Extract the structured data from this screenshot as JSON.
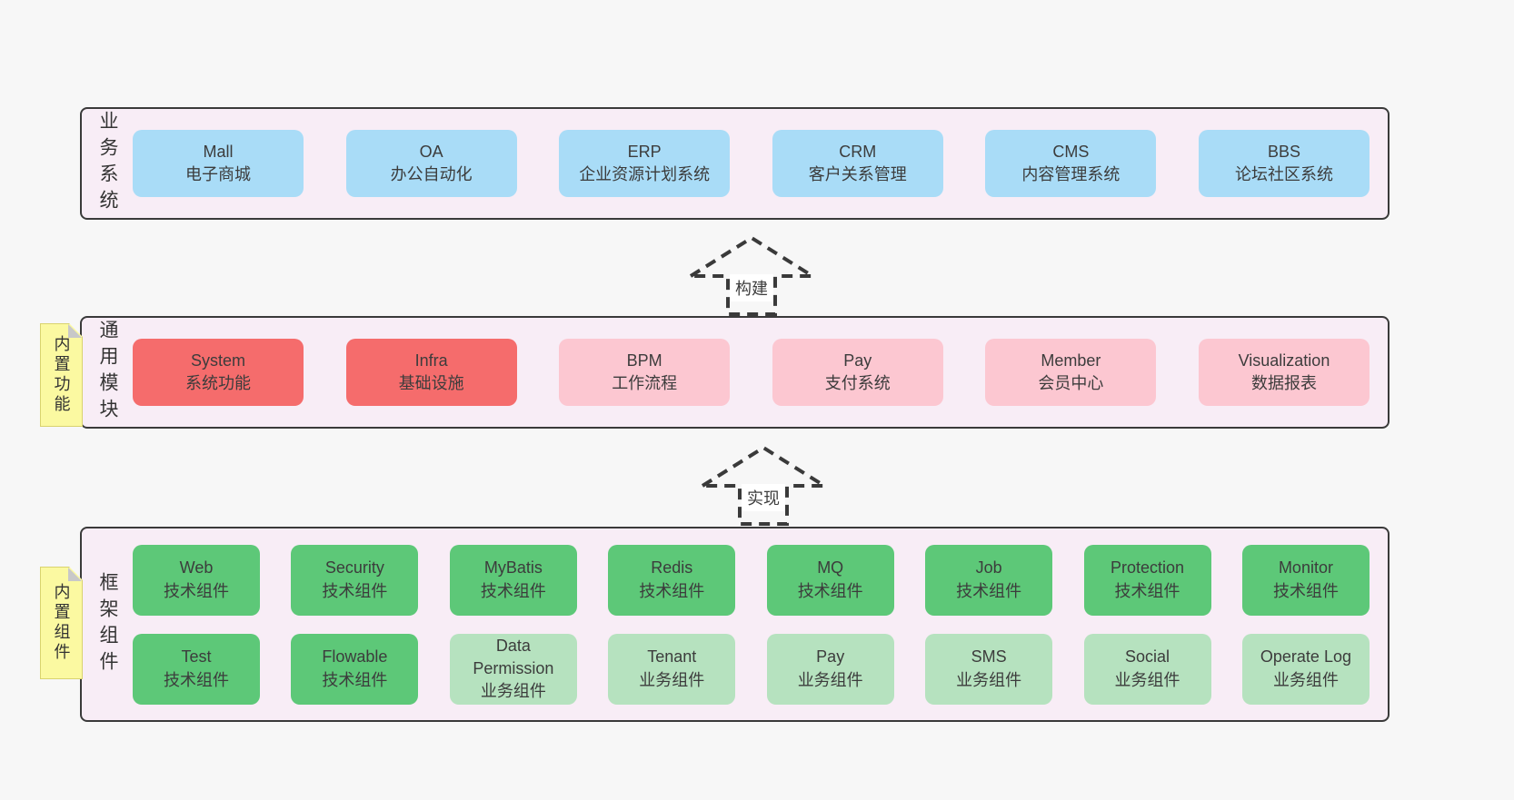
{
  "palette": {
    "blue": "#a9dcf7",
    "red": "#f56c6c",
    "pink": "#fcc7d1",
    "green": "#5dc878",
    "lightgreen": "#b6e2bf",
    "band_bg": "#f8edf6",
    "sticky_bg": "#fbf9a1",
    "border": "#3a3a3a",
    "page_bg": "#f7f7f7"
  },
  "arrows": [
    {
      "label": "构建"
    },
    {
      "label": "实现"
    }
  ],
  "bands": [
    {
      "label": "业务系统",
      "sticky": null,
      "rows": [
        [
          {
            "en": "Mall",
            "zh": "电子商城",
            "variant": "blue"
          },
          {
            "en": "OA",
            "zh": "办公自动化",
            "variant": "blue"
          },
          {
            "en": "ERP",
            "zh": "企业资源计划系统",
            "variant": "blue"
          },
          {
            "en": "CRM",
            "zh": "客户关系管理",
            "variant": "blue"
          },
          {
            "en": "CMS",
            "zh": "内容管理系统",
            "variant": "blue"
          },
          {
            "en": "BBS",
            "zh": "论坛社区系统",
            "variant": "blue"
          }
        ]
      ]
    },
    {
      "label": "通用模块",
      "sticky": "内置功能",
      "rows": [
        [
          {
            "en": "System",
            "zh": "系统功能",
            "variant": "red"
          },
          {
            "en": "Infra",
            "zh": "基础设施",
            "variant": "red"
          },
          {
            "en": "BPM",
            "zh": "工作流程",
            "variant": "pink"
          },
          {
            "en": "Pay",
            "zh": "支付系统",
            "variant": "pink"
          },
          {
            "en": "Member",
            "zh": "会员中心",
            "variant": "pink"
          },
          {
            "en": "Visualization",
            "zh": "数据报表",
            "variant": "pink"
          }
        ]
      ]
    },
    {
      "label": "框架组件",
      "sticky": "内置组件",
      "rows": [
        [
          {
            "en": "Web",
            "zh": "技术组件",
            "variant": "green"
          },
          {
            "en": "Security",
            "zh": "技术组件",
            "variant": "green"
          },
          {
            "en": "MyBatis",
            "zh": "技术组件",
            "variant": "green"
          },
          {
            "en": "Redis",
            "zh": "技术组件",
            "variant": "green"
          },
          {
            "en": "MQ",
            "zh": "技术组件",
            "variant": "green"
          },
          {
            "en": "Job",
            "zh": "技术组件",
            "variant": "green"
          },
          {
            "en": "Protection",
            "zh": "技术组件",
            "variant": "green"
          },
          {
            "en": "Monitor",
            "zh": "技术组件",
            "variant": "green"
          }
        ],
        [
          {
            "en": "Test",
            "zh": "技术组件",
            "variant": "green"
          },
          {
            "en": "Flowable",
            "zh": "技术组件",
            "variant": "green"
          },
          {
            "en": "Data Permission",
            "zh": "业务组件",
            "variant": "lightgreen"
          },
          {
            "en": "Tenant",
            "zh": "业务组件",
            "variant": "lightgreen"
          },
          {
            "en": "Pay",
            "zh": "业务组件",
            "variant": "lightgreen"
          },
          {
            "en": "SMS",
            "zh": "业务组件",
            "variant": "lightgreen"
          },
          {
            "en": "Social",
            "zh": "业务组件",
            "variant": "lightgreen"
          },
          {
            "en": "Operate Log",
            "zh": "业务组件",
            "variant": "lightgreen"
          }
        ]
      ]
    }
  ]
}
